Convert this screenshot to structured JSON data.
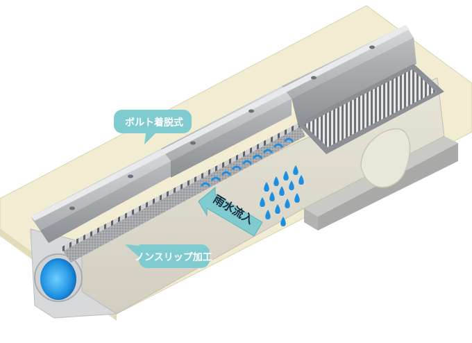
{
  "labels": {
    "bolt": "ボルト着脱式",
    "nonslip": "ノンスリップ加工",
    "rain_inflow": "雨水流入"
  },
  "colors": {
    "pavement": "#f2edd2",
    "concrete_top": "#c7c9cc",
    "concrete_face": "#b7b9bc",
    "concrete_dark": "#8f9296",
    "body_face": "#dedbcf",
    "callout": "#7fcbd0",
    "water": "#1e8fe0"
  },
  "icons": [
    "raindrop-icon",
    "arrow-icon",
    "bolt-hole-icon"
  ]
}
